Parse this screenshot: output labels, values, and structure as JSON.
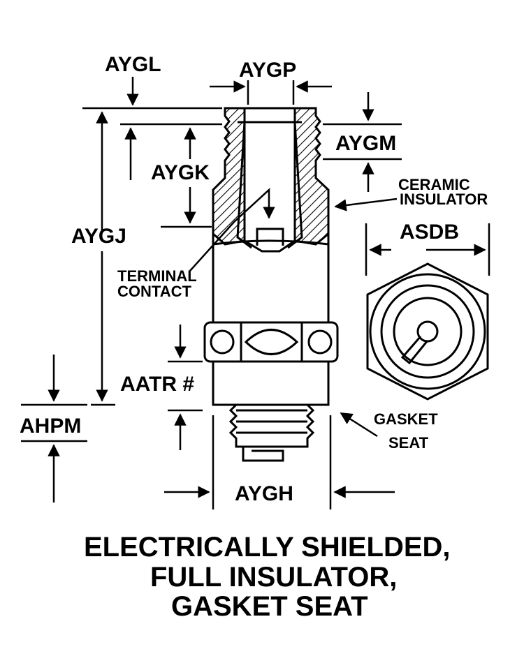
{
  "labels": {
    "aygl": "AYGL",
    "aygp": "AYGP",
    "aygm": "AYGM",
    "aygk": "AYGK",
    "aygj": "AYGJ",
    "asdb": "ASDB",
    "aatr": "AATR #",
    "ahpm": "AHPM",
    "aygh": "AYGH",
    "ceramic_1": "CERAMIC",
    "ceramic_2": "INSULATOR",
    "terminal_1": "TERMINAL",
    "terminal_2": "CONTACT",
    "gasket_1": "GASKET",
    "gasket_2": "SEAT"
  },
  "caption": {
    "line1": "ELECTRICALLY SHIELDED,",
    "line2": "FULL INSULATOR,",
    "line3": "GASKET SEAT"
  },
  "colors": {
    "ink": "#000000",
    "paper": "#ffffff"
  }
}
